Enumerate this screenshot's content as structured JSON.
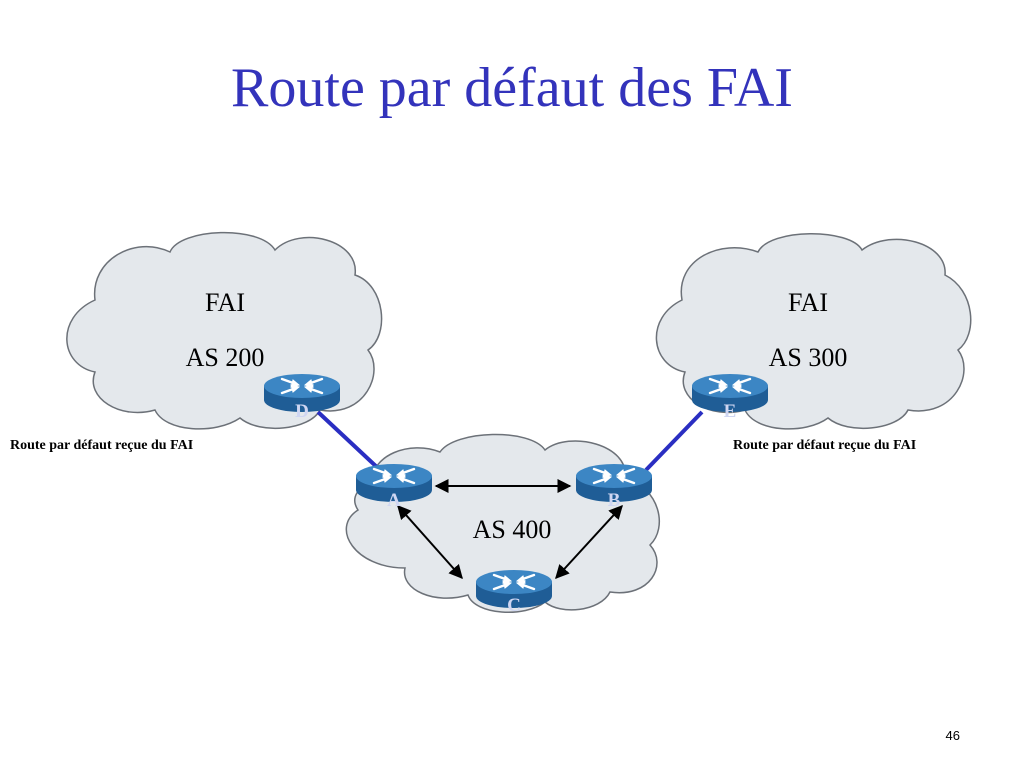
{
  "title": "Route par défaut des FAI",
  "colors": {
    "title": "#3333bb",
    "cloud_fill": "#e4e8ec",
    "cloud_stroke": "#6c7178",
    "router_top": "#3c86c4",
    "router_side": "#1f5d96",
    "router_label": "#cfd6f2",
    "isp_link": "#2a2ec2",
    "internal_link": "#000000"
  },
  "clouds": [
    {
      "id": "fai-200",
      "lines": [
        "FAI",
        "AS 200"
      ]
    },
    {
      "id": "fai-300",
      "lines": [
        "FAI",
        "AS 300"
      ]
    },
    {
      "id": "as-400",
      "lines": [
        "AS 400"
      ]
    }
  ],
  "routers": [
    {
      "id": "D",
      "label": "D"
    },
    {
      "id": "E",
      "label": "E"
    },
    {
      "id": "A",
      "label": "A"
    },
    {
      "id": "B",
      "label": "B"
    },
    {
      "id": "C",
      "label": "C"
    }
  ],
  "annotations": {
    "left": "Route par défaut reçue du FAI",
    "right": "Route par défaut reçue du FAI"
  },
  "links": [
    {
      "from": "D",
      "to": "A",
      "kind": "isp"
    },
    {
      "from": "E",
      "to": "B",
      "kind": "isp"
    },
    {
      "from": "A",
      "to": "B",
      "kind": "internal"
    },
    {
      "from": "A",
      "to": "C",
      "kind": "internal"
    },
    {
      "from": "B",
      "to": "C",
      "kind": "internal"
    }
  ],
  "page_number": "46"
}
